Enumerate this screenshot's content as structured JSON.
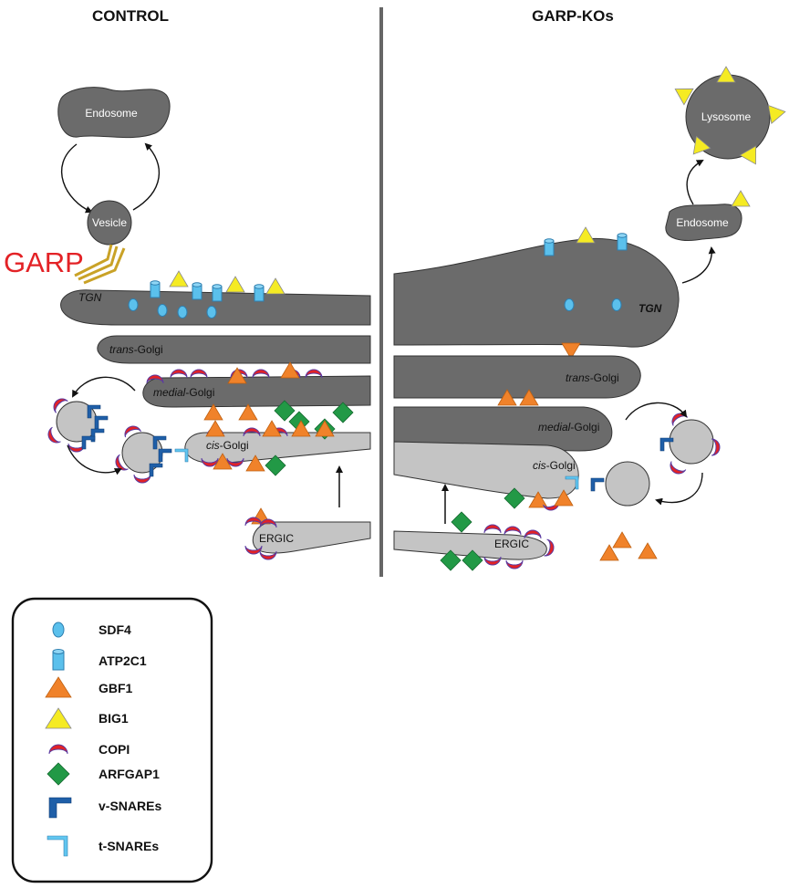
{
  "panels": {
    "control_title": "CONTROL",
    "garp_ko_title": "GARP-KOs"
  },
  "control": {
    "endosome": "Endosome",
    "vesicle": "Vesicle",
    "garp": "GARP",
    "tgn": "TGN",
    "trans_prefix": "trans",
    "trans_suffix": "-Golgi",
    "medial_prefix": "medial",
    "medial_suffix": "-Golgi",
    "cis_prefix": "cis",
    "cis_suffix": "-Golgi",
    "ergic": "ERGIC"
  },
  "garp_ko": {
    "lysosome": "Lysosome",
    "endosome": "Endosome",
    "tgn": "TGN",
    "trans_prefix": "trans",
    "trans_suffix": "-Golgi",
    "medial_prefix": "medial",
    "medial_suffix": "-Golgi",
    "cis_prefix": "cis",
    "cis_suffix": "-Golgi",
    "ergic": "ERGIC"
  },
  "legend": {
    "items": [
      {
        "label": "SDF4",
        "icon": "oval-icon"
      },
      {
        "label": "ATP2C1",
        "icon": "cylinder-icon"
      },
      {
        "label": "GBF1",
        "icon": "orange-triangle-icon"
      },
      {
        "label": "BIG1",
        "icon": "yellow-triangle-icon"
      },
      {
        "label": "COPI",
        "icon": "red-crescent-icon"
      },
      {
        "label": "ARFGAP1",
        "icon": "green-diamond-icon"
      },
      {
        "label": "v-SNAREs",
        "icon": "dark-blue-snare-icon"
      },
      {
        "label": "t-SNAREs",
        "icon": "light-blue-snare-icon"
      }
    ]
  },
  "colors": {
    "dark_cisterna": "#6b6b6b",
    "light_cisterna": "#c4c4c4",
    "sdf4": "#5bc0ec",
    "gbf1": "#f0822a",
    "big1": "#f5eb23",
    "copi": "#e32226",
    "arfgap1": "#229946",
    "v_snare": "#1f5fa8",
    "t_snare": "#61c6f0",
    "garp": "#e32226",
    "garp_complex": "#c9a227"
  }
}
